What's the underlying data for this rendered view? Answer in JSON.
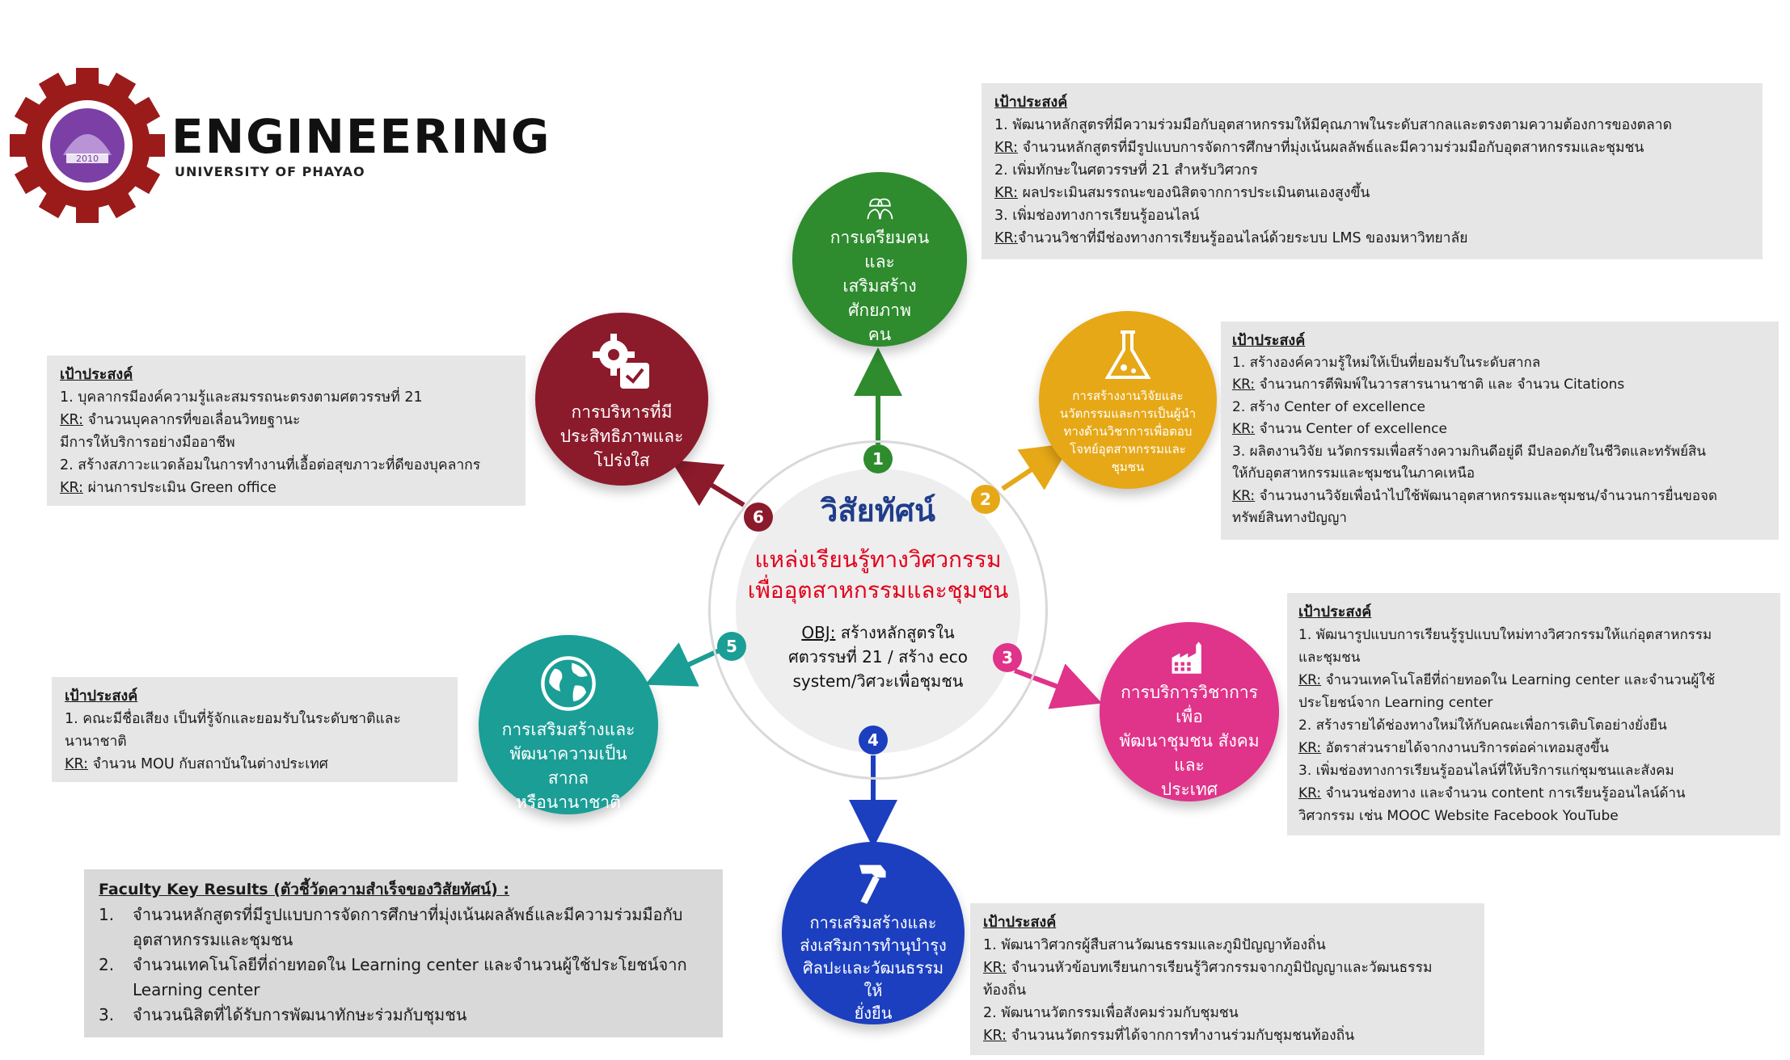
{
  "logo": {
    "title": "ENGINEERING",
    "subtitle": "UNIVERSITY OF PHAYAO",
    "gear_color": "#9b1b1b",
    "emblem_color": "#7b3fa5",
    "emblem_text": "2010"
  },
  "center": {
    "title": "วิสัยทัศน์",
    "main": [
      "แหล่งเรียนรู้ทางวิศวกรรม",
      "เพื่ออุตสาหกรรมและชุมชน"
    ],
    "obj_label": "OBJ:",
    "obj_lines": [
      " สร้างหลักสูตรใน",
      "ศตวรรษที่ 21 / สร้าง eco",
      "system/วิศวะเพื่อชุมชน"
    ]
  },
  "strategies": [
    {
      "num": "1",
      "color": "#2e8b2e",
      "icon": "workers-helmet-icon",
      "label": [
        "การเตรียมคนและ",
        "เสริมสร้างศักยภาพ",
        "คน"
      ]
    },
    {
      "num": "2",
      "color": "#e6a817",
      "icon": "flask-icon",
      "label": [
        "การสร้างงานวิจัยและ",
        "นวัตกรรมและการเป็นผู้นำ",
        "ทางด้านวิชาการเพื่อตอบ",
        "โจทย์อุตสาหกรรมและ",
        "ชุมชน"
      ]
    },
    {
      "num": "3",
      "color": "#e0338a",
      "icon": "factory-icon",
      "label": [
        "การบริการวิชาการเพื่อ",
        "พัฒนาชุมชน สังคม และ",
        "ประเทศ"
      ]
    },
    {
      "num": "4",
      "color": "#1c3fbf",
      "icon": "hammer-icon",
      "label": [
        "การเสริมสร้างและ",
        "ส่งเสริมการทำนุบำรุง",
        "ศิลปะและวัฒนธรรมให้",
        "ยั่งยืน"
      ]
    },
    {
      "num": "5",
      "color": "#1a9e96",
      "icon": "globe-icon",
      "label": [
        "การเสริมสร้างและ",
        "พัฒนาความเป็นสากล",
        "หรือนานาชาติ"
      ]
    },
    {
      "num": "6",
      "color": "#8b1a2b",
      "icon": "gear-checklist-icon",
      "label": [
        "การบริหารที่มี",
        "ประสิทธิภาพและ",
        "โปร่งใส"
      ]
    }
  ],
  "boxes": {
    "s1": {
      "heading": "เป้าประสงค์",
      "lines": [
        {
          "t": "1. พัฒนาหลักสูตรที่มีความร่วมมือกับอุตสาหกรรมให้มีคุณภาพในระดับสากลและตรงตามความต้องการของตลาด"
        },
        {
          "kr": "KR:",
          "t": " จำนวนหลักสูตรที่มีรูปแบบการจัดการศึกษาที่มุ่งเน้นผลลัพธ์และมีความร่วมมือกับอุตสาหกรรมและชุมชน"
        },
        {
          "t": "2. เพิ่มทักษะในศตวรรษที่ 21 สำหรับวิศวกร"
        },
        {
          "kr": "KR:",
          "t": " ผลประเมินสมรรถนะของนิสิตจากการประเมินตนเองสูงขึ้น"
        },
        {
          "t": "3. เพิ่มช่องทางการเรียนรู้ออนไลน์"
        },
        {
          "kr": "KR:",
          "t": "จำนวนวิชาที่มีช่องทางการเรียนรู้ออนไลน์ด้วยระบบ LMS ของมหาวิทยาลัย"
        }
      ]
    },
    "s2": {
      "heading": "เป้าประสงค์",
      "lines": [
        {
          "t": "1. สร้างองค์ความรู้ใหม่ให้เป็นที่ยอมรับในระดับสากล"
        },
        {
          "kr": "KR:",
          "t": " จำนวนการตีพิมพ์ในวารสารนานาชาติ และ จำนวน Citations"
        },
        {
          "t": "2. สร้าง Center of excellence"
        },
        {
          "kr": "KR:",
          "t": " จำนวน Center of excellence"
        },
        {
          "t": "3. ผลิตงานวิจัย นวัตกรรมเพื่อสร้างความกินดีอยู่ดี มีปลอดภัยในชีวิตและทรัพย์สิน"
        },
        {
          "t": "ให้กับอุตสาหกรรมและชุมชนในภาคเหนือ"
        },
        {
          "kr": "KR:",
          "t": " จำนวนงานวิจัยเพื่อนำไปใช้พัฒนาอุตสาหกรรมและชุมชน/จำนวนการยื่นขอจด"
        },
        {
          "t": "ทรัพย์สินทางปัญญา"
        }
      ]
    },
    "s3": {
      "heading": "เป้าประสงค์",
      "lines": [
        {
          "t": "1. พัฒนารูปแบบการเรียนรู้รูปแบบใหม่ทางวิศวกรรมให้แก่อุตสาหกรรม"
        },
        {
          "t": "และชุมชน"
        },
        {
          "kr": "KR:",
          "t": " จำนวนเทคโนโลยีที่ถ่ายทอดใน Learning center และจำนวนผู้ใช้"
        },
        {
          "t": "ประโยชน์จาก Learning center"
        },
        {
          "t": "2. สร้างรายได้ช่องทางใหม่ให้กับคณะเพื่อการเติบโตอย่างยั่งยืน"
        },
        {
          "kr": "KR:",
          "t": " อัตราส่วนรายได้จากงานบริการต่อค่าเทอมสูงขึ้น"
        },
        {
          "t": "3. เพิ่มช่องทางการเรียนรู้ออนไลน์ที่ให้บริการแก่ชุมชนและสังคม"
        },
        {
          "kr": "KR:",
          "t": " จำนวนช่องทาง และจำนวน content การเรียนรู้ออนไลน์ด้าน"
        },
        {
          "t": "วิศวกรรม เช่น MOOC Website Facebook YouTube"
        }
      ]
    },
    "s4": {
      "heading": "เป้าประสงค์",
      "lines": [
        {
          "t": "1. พัฒนาวิศวกรผู้สืบสานวัฒนธรรมและภูมิปัญญาท้องถิ่น"
        },
        {
          "kr": "KR:",
          "t": " จำนวนหัวข้อบทเรียนการเรียนรู้วิศวกรรมจากภูมิปัญญาและวัฒนธรรม"
        },
        {
          "t": "ท้องถิ่น"
        },
        {
          "t": "2. พัฒนานวัตกรรมเพื่อสังคมร่วมกับชุมชน"
        },
        {
          "kr": "KR:",
          "t": " จำนวนนวัตกรรมที่ได้จากการทำงานร่วมกับชุมชนท้องถิ่น"
        }
      ]
    },
    "s5": {
      "heading": "เป้าประสงค์",
      "lines": [
        {
          "t": "1. คณะมีชื่อเสียง เป็นที่รู้จักและยอมรับในระดับชาติและ"
        },
        {
          "t": "นานาชาติ"
        },
        {
          "kr": "KR:",
          "t": " จำนวน MOU กับสถาบันในต่างประเทศ"
        }
      ]
    },
    "s6": {
      "heading": "เป้าประสงค์",
      "lines": [
        {
          "t": "1. บุคลากรมีองค์ความรู้และสมรรถนะตรงตามศตวรรษที่ 21"
        },
        {
          "kr": "KR:",
          "t": " จำนวนบุคลากรที่ขอเลื่อนวิทยฐานะ"
        },
        {
          "t": "มีการให้บริการอย่างมืออาชีพ"
        },
        {
          "t": "2. สร้างสภาวะแวดล้อมในการทำงานที่เอื้อต่อสุขภาวะที่ดีของบุคลากร"
        },
        {
          "kr": "KR:",
          "t": " ผ่านการประเมิน Green office"
        }
      ]
    }
  },
  "key_results": {
    "heading": "Faculty Key Results (ตัวชี้วัดความสำเร็จของวิสัยทัศน์) :",
    "items": [
      {
        "num": "1.",
        "lines": [
          "จำนวนหลักสูตรที่มีรูปแบบการจัดการศึกษาที่มุ่งเน้นผลลัพธ์และมีความร่วมมือกับ",
          "อุตสาหกรรมและชุมชน"
        ]
      },
      {
        "num": "2.",
        "lines": [
          "จำนวนเทคโนโลยีที่ถ่ายทอดใน Learning center และจำนวนผู้ใช้ประโยชน์จาก",
          "Learning center"
        ]
      },
      {
        "num": "3.",
        "lines": [
          "จำนวนนิสิตที่ได้รับการพัฒนาทักษะร่วมกับชุมชน"
        ]
      }
    ]
  }
}
